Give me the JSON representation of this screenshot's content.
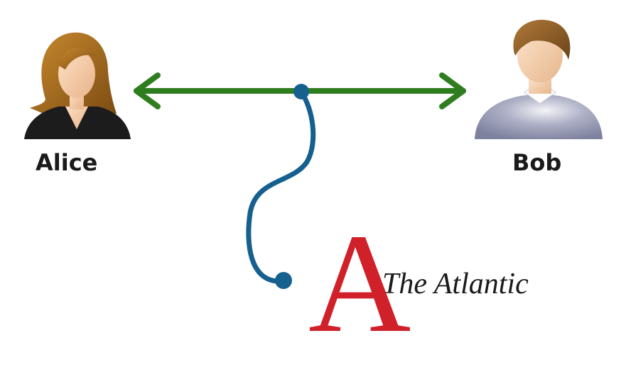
{
  "people": {
    "alice": {
      "name": "Alice",
      "icon": "woman-avatar-icon"
    },
    "bob": {
      "name": "Bob",
      "icon": "man-avatar-icon"
    }
  },
  "connection": {
    "icon": "double-arrow-icon",
    "color": "#2e7d1f"
  },
  "tap": {
    "icon": "tap-cable-icon",
    "color": "#15608f"
  },
  "logo": {
    "letter": "A",
    "name": "The Atlantic",
    "letter_color": "#d0202a"
  }
}
